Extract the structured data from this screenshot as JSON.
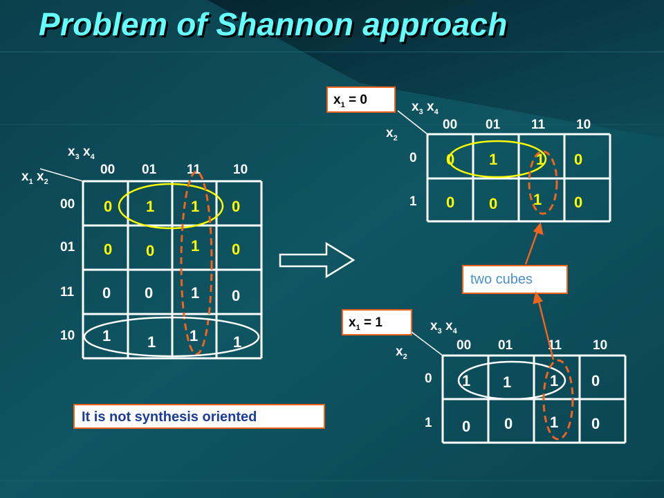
{
  "title": "Problem of Shannon approach",
  "colors": {
    "title": "#66ffff",
    "highlight": "#ffff00",
    "accent": "#f0641e",
    "background": "#0d4f5c"
  },
  "left_map": {
    "col_var": [
      "x",
      "3",
      "x",
      "4"
    ],
    "row_var": [
      "x",
      "1",
      "x",
      "2"
    ],
    "col_headers": [
      "00",
      "01",
      "11",
      "10"
    ],
    "row_headers": [
      "00",
      "01",
      "11",
      "10"
    ],
    "cells": [
      [
        "0",
        "1",
        "1",
        "0"
      ],
      [
        "0",
        "0",
        "1",
        "0"
      ],
      [
        "0",
        "0",
        "1",
        "0"
      ],
      [
        "1",
        "1",
        "1",
        "1"
      ]
    ]
  },
  "top_map": {
    "condition": [
      "x",
      "1",
      " = 0"
    ],
    "col_var": [
      "x",
      "3",
      "x",
      "4"
    ],
    "row_var": [
      "x",
      "2"
    ],
    "col_headers": [
      "00",
      "01",
      "11",
      "10"
    ],
    "row_headers": [
      "0",
      "1"
    ],
    "cells": [
      [
        "0",
        "1",
        "1",
        "0"
      ],
      [
        "0",
        "0",
        "1",
        "0"
      ]
    ]
  },
  "bottom_map": {
    "condition": [
      "x",
      "1",
      " = 1"
    ],
    "col_var": [
      "x",
      "3",
      "x",
      "4"
    ],
    "row_var": [
      "x",
      "2"
    ],
    "col_headers": [
      "00",
      "01",
      "11",
      "10"
    ],
    "row_headers": [
      "0",
      "1"
    ],
    "cells": [
      [
        "1",
        "1",
        "1",
        "0"
      ],
      [
        "0",
        "0",
        "1",
        "0"
      ]
    ]
  },
  "note_two_cubes": "two cubes",
  "note_not_synthesis": "It is not synthesis oriented"
}
